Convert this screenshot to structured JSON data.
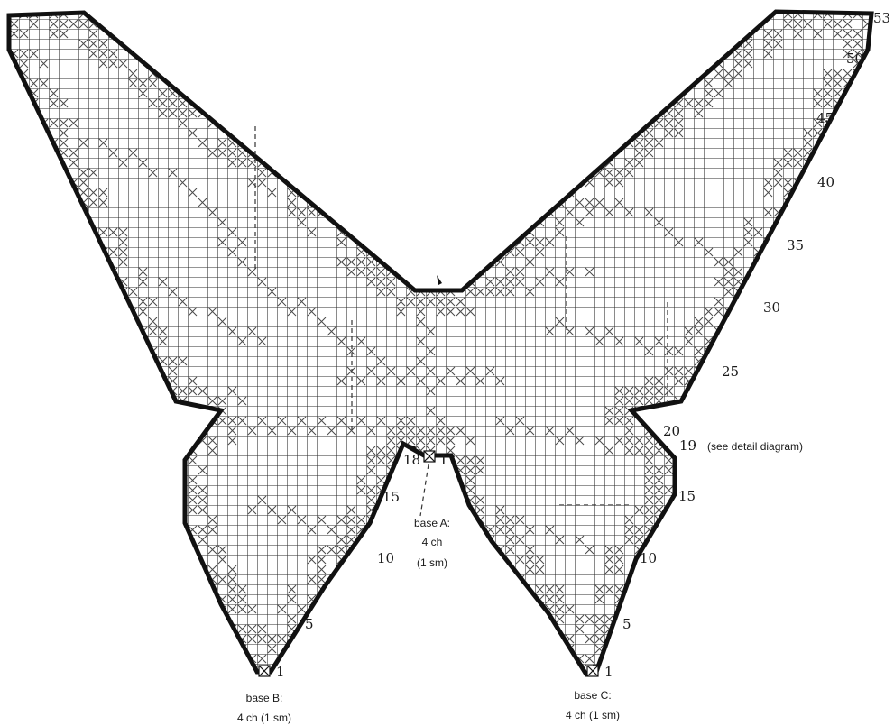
{
  "diagram": {
    "row_numbers_right_wing": [
      "53",
      "50",
      "45",
      "40",
      "35",
      "30",
      "25",
      "20",
      "19"
    ],
    "detail_note": "(see detail diagram)",
    "row_numbers_lower_right": [
      "15",
      "10",
      "5",
      "1"
    ],
    "row_numbers_lower_left": [
      "15",
      "10",
      "5",
      "1"
    ],
    "row_numbers_center": [
      "18",
      "1"
    ],
    "base_a": {
      "line1": "base A:",
      "line2": "4 ch",
      "line3": "(1 sm)"
    },
    "base_b": {
      "line1": "base B:",
      "line2": "4 ch (1 sm)"
    },
    "base_c": {
      "line1": "base C:",
      "line2": "4 ch (1 sm)"
    }
  }
}
